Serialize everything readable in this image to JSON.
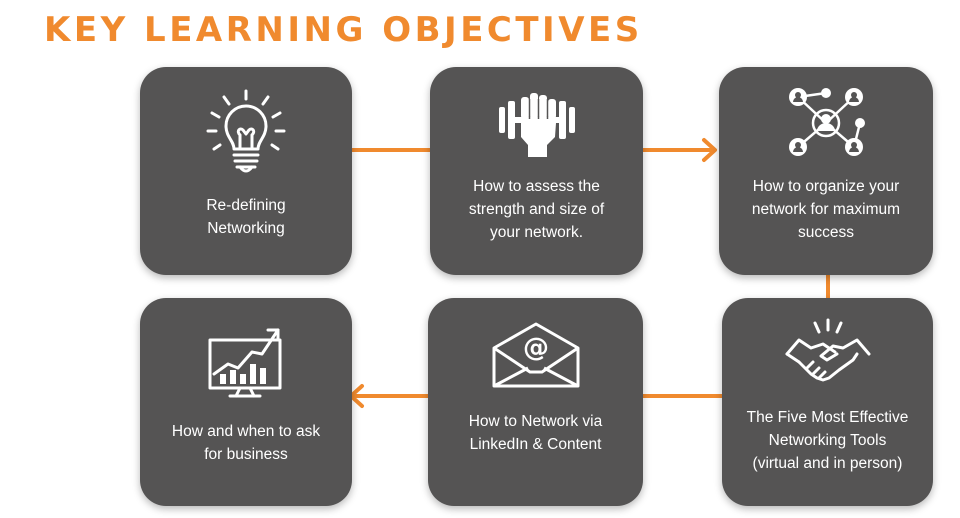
{
  "title": "KEY LEARNING OBJECTIVES",
  "colors": {
    "accent": "#f08a2e",
    "card": "#555454",
    "text": "#ffffff"
  },
  "objectives": [
    {
      "label": "Re-defining\nNetworking",
      "icon": "lightbulb-icon"
    },
    {
      "label": "How to assess the\nstrength and size of\nyour network.",
      "icon": "fist-dumbbell-icon"
    },
    {
      "label": "How to organize your\nnetwork for maximum\nsuccess",
      "icon": "network-people-icon"
    },
    {
      "label": "The Five Most Effective\nNetworking Tools\n(virtual and in person)",
      "icon": "handshake-icon"
    },
    {
      "label": "How to Network via\nLinkedIn & Content",
      "icon": "email-at-icon"
    },
    {
      "label": "How and when to ask\nfor business",
      "icon": "growth-chart-icon"
    }
  ]
}
